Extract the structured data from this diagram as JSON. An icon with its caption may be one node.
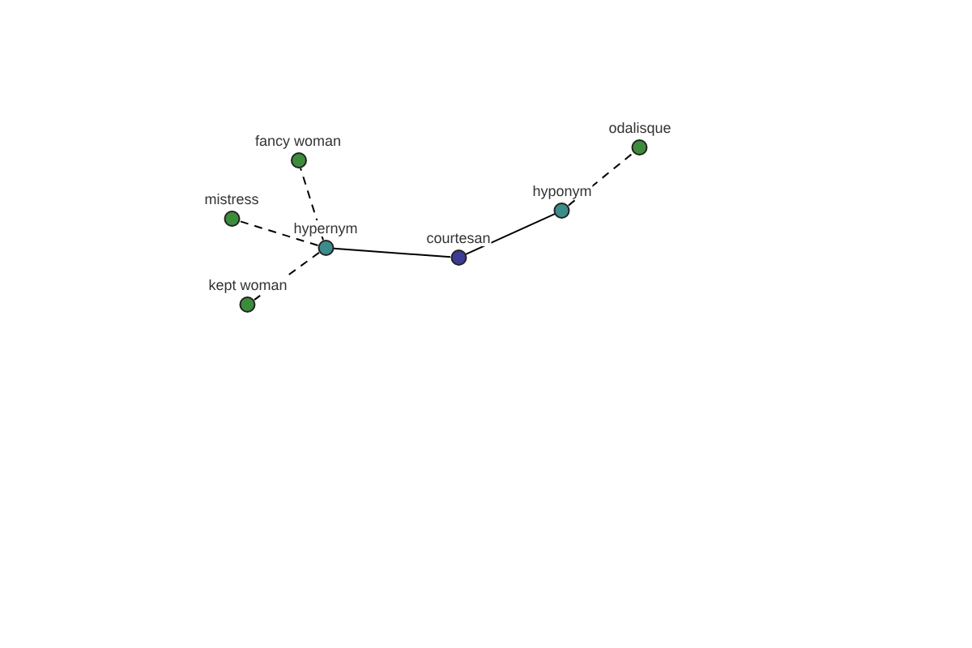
{
  "diagram": {
    "nodes": [
      {
        "text": [
          "fancy woman"
        ]
      },
      {
        "text": [
          "mistress"
        ]
      },
      {
        "text": [
          "hypernym"
        ]
      },
      {
        "text": [
          "kept woman"
        ]
      },
      {
        "text": [
          "courtesan"
        ]
      },
      {
        "text": [
          "hyponym"
        ]
      },
      {
        "text": [
          "odalisque"
        ]
      }
    ],
    "edges": [
      {
        "from": 4,
        "to": 2,
        "arrow": "none"
      },
      {
        "from": 4,
        "to": 5,
        "arrow": "none"
      },
      {
        "from": 2,
        "to": 0,
        "arrow": "none",
        "style": "dashed"
      },
      {
        "from": 2,
        "to": 1,
        "arrow": "none",
        "style": "dashed"
      },
      {
        "from": 2,
        "to": 3,
        "arrow": "none",
        "style": "dashed"
      },
      {
        "from": 5,
        "to": 6,
        "arrow": "none",
        "style": "dashed"
      }
    ]
  }
}
